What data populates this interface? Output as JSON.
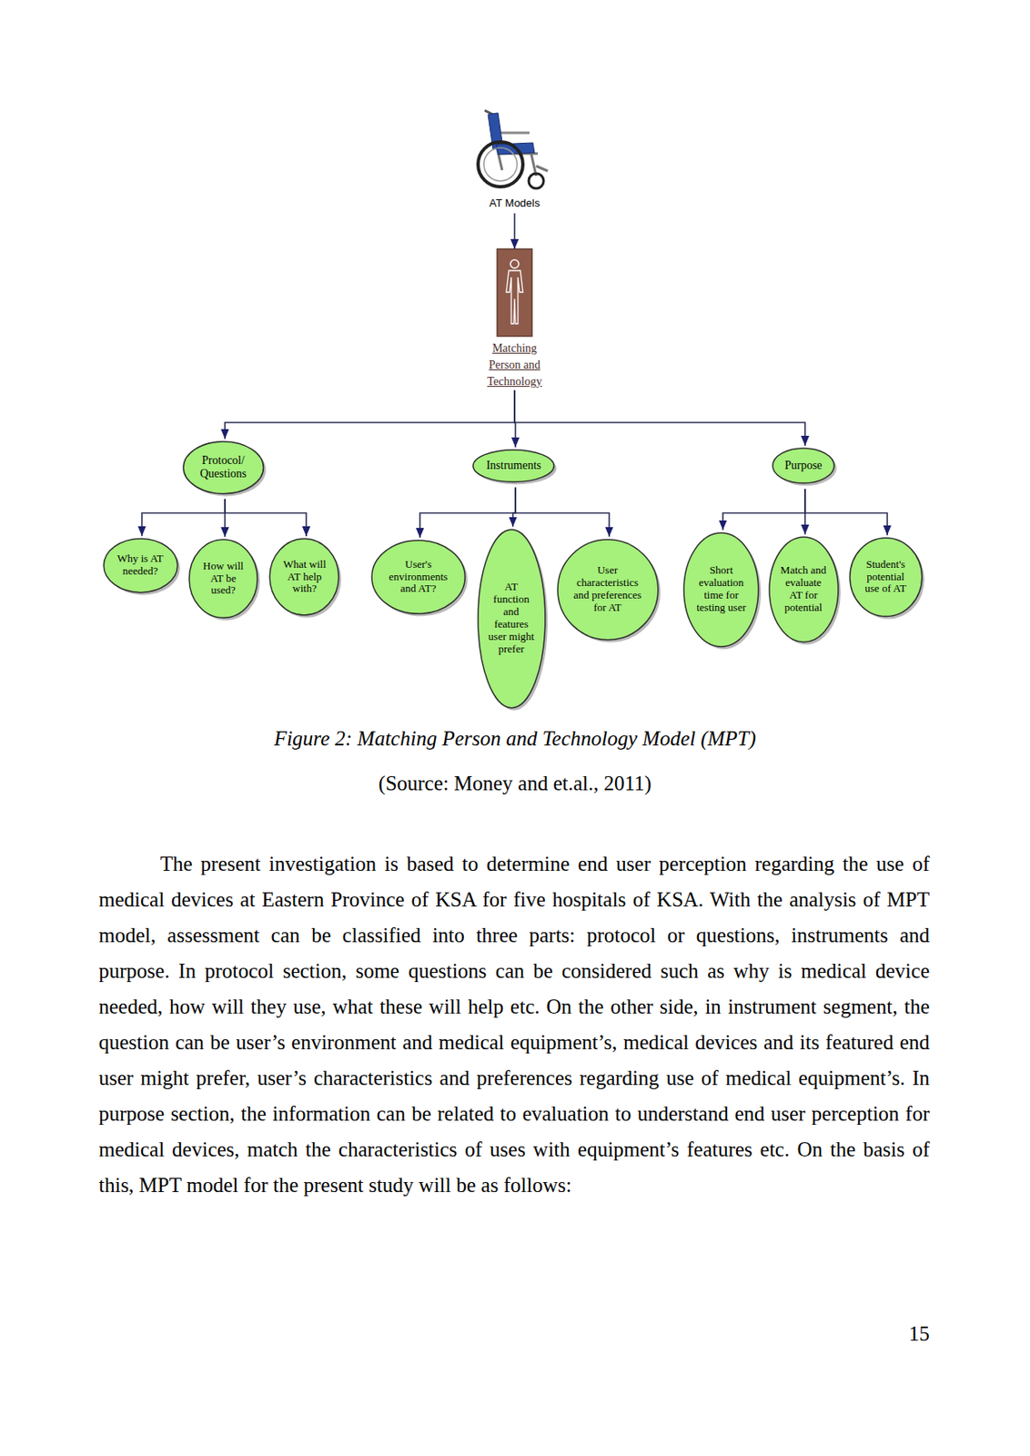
{
  "diagram": {
    "caption": "Figure 2: Matching Person and Technology Model (MPT)",
    "nodes": [
      {
        "text": [
          "AT Models"
        ]
      },
      {
        "text": [
          "Matching Person and Technology"
        ]
      },
      {
        "text": [
          "Protocol/ Questions"
        ]
      },
      {
        "text": [
          "Instruments"
        ]
      },
      {
        "text": [
          "Purpose"
        ]
      },
      {
        "text": [
          "Why is AT needed?"
        ]
      },
      {
        "text": [
          "How will AT be used?"
        ]
      },
      {
        "text": [
          "What will AT help with?"
        ]
      },
      {
        "text": [
          "User's environments and AT?"
        ]
      },
      {
        "text": [
          "AT function and features user might prefer"
        ]
      },
      {
        "text": [
          "User characteristics and preferences for AT"
        ]
      },
      {
        "text": [
          "Short evaluation time for testing user"
        ]
      },
      {
        "text": [
          "Match and evaluate AT for potential"
        ]
      },
      {
        "text": [
          "Student's potential use of AT"
        ]
      }
    ],
    "edges": [
      {
        "from": 0,
        "to": 1,
        "arrow": "to"
      },
      {
        "from": 1,
        "to": 2,
        "arrow": "to"
      },
      {
        "from": 1,
        "to": 3,
        "arrow": "to"
      },
      {
        "from": 1,
        "to": 4,
        "arrow": "to"
      },
      {
        "from": 2,
        "to": 5,
        "arrow": "to"
      },
      {
        "from": 2,
        "to": 6,
        "arrow": "to"
      },
      {
        "from": 2,
        "to": 7,
        "arrow": "to"
      },
      {
        "from": 3,
        "to": 8,
        "arrow": "to"
      },
      {
        "from": 3,
        "to": 9,
        "arrow": "to"
      },
      {
        "from": 3,
        "to": 10,
        "arrow": "to"
      },
      {
        "from": 4,
        "to": 11,
        "arrow": "to"
      },
      {
        "from": 4,
        "to": 12,
        "arrow": "to"
      },
      {
        "from": 4,
        "to": 13,
        "arrow": "to"
      }
    ],
    "labels": [
      "(Source: Money and et.al., 2011)",
      "The present investigation is based to determine end user perception regarding the use of medical devices at Eastern Province of KSA for five hospitals of KSA. With the analysis of MPT model, assessment can be classified into three parts: protocol or questions, instruments and purpose. In protocol section, some questions can be considered such as why is medical device needed, how will they use, what these will help etc. On the other side, in instrument segment, the question can be user’s environment and medical equipment’s, medical devices and its featured end user might prefer, user’s characteristics and preferences regarding use of medical equipment’s. In purpose section, the information can be related to evaluation to understand end user perception for medical devices, match the characteristics of uses with equipment’s features etc. On the basis of this, MPT model for the present study will be as follows:",
      "15"
    ]
  }
}
